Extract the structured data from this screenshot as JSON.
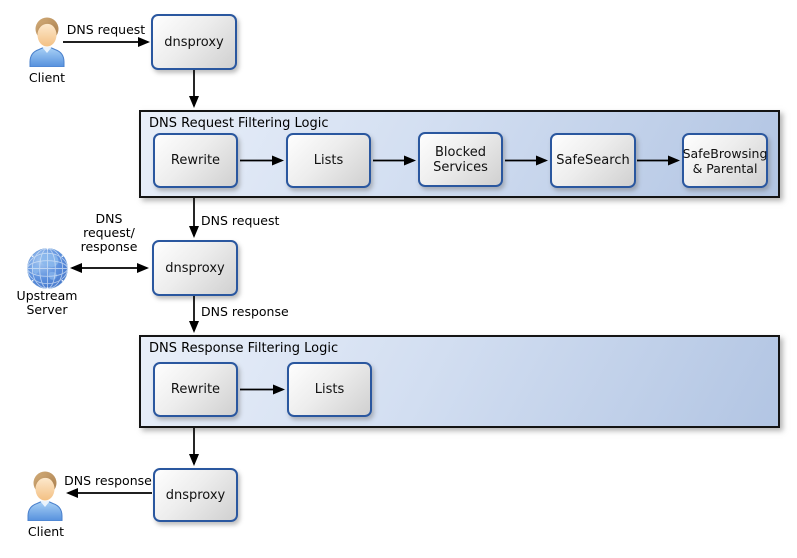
{
  "diagram": {
    "nodes": {
      "client_top": "Client",
      "client_bottom": "Client",
      "upstream_lines": [
        "Upstream",
        "Server"
      ],
      "proxy_top": "dnsproxy",
      "proxy_middle": "dnsproxy",
      "proxy_bottom": "dnsproxy"
    },
    "request_container": {
      "title": "DNS Request Filtering Logic",
      "steps": [
        "Rewrite",
        "Lists",
        "Blocked Services",
        "SafeSearch",
        "SafeBrowsing & Parental"
      ]
    },
    "response_container": {
      "title": "DNS Response Filtering Logic",
      "steps": [
        "Rewrite",
        "Lists"
      ]
    },
    "edge_labels": {
      "client_request": "DNS request",
      "filtered_request": "DNS request",
      "upstream_lines": [
        "DNS",
        "request/",
        "response"
      ],
      "proxy_response": "DNS response",
      "client_response": "DNS response"
    },
    "icons": [
      "client-icon",
      "upstream-server-icon"
    ],
    "colors": {
      "node_border": "#2a579f",
      "node_fill_top": "#fefefe",
      "node_fill_bottom": "#d0d0d0",
      "container_border": "#141414",
      "container_fill_left": "#e9eff9",
      "container_fill_right": "#b2c5e3",
      "arrow": "#000000",
      "globe_blue": "#5b8fdd",
      "person_shirt": "#5590dd",
      "person_hair": "#c09a66"
    }
  }
}
